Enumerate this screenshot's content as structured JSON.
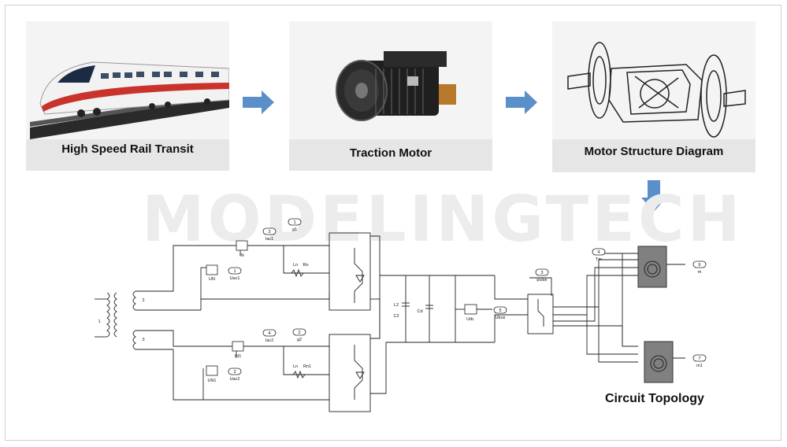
{
  "panels": [
    {
      "caption": "High Speed Rail Transit",
      "icon": "train-image"
    },
    {
      "caption": "Traction Motor",
      "icon": "motor-image"
    },
    {
      "caption": "Motor Structure Diagram",
      "icon": "motor-structure-image"
    }
  ],
  "watermark": "MODELINGTECH",
  "topology_caption": "Circuit Topology",
  "circuit": {
    "ports": {
      "g1": {
        "num": "1",
        "label": "g1"
      },
      "g2": {
        "num": "2",
        "label": "g2"
      },
      "iac1": {
        "num": "3",
        "label": "Iac1"
      },
      "iac2": {
        "num": "4",
        "label": "Iac2"
      },
      "uac1": {
        "num": "1",
        "label": "Uac1"
      },
      "uac2": {
        "num": "2",
        "label": "Uac2"
      },
      "ubus": {
        "num": "5",
        "label": "Ubus"
      },
      "pulse": {
        "num": "3",
        "label": "pulse"
      },
      "tm": {
        "num": "4",
        "label": "Tm"
      },
      "m": {
        "num": "6",
        "label": "m"
      },
      "m1": {
        "num": "7",
        "label": "m1"
      }
    },
    "labels": {
      "in": "IN",
      "in1": "IN1",
      "un": "UN",
      "un1": "UN1",
      "udc": "Udc",
      "ln": "Ln",
      "ro": "Ro",
      "ln2": "Ln",
      "rn1": "Rn1",
      "l2": "L2",
      "c2": "C2",
      "cd": "Cd",
      "t1": "1",
      "t2": "2",
      "t3": "3"
    }
  },
  "colors": {
    "arrow": "#5b8fc9",
    "panel": "#e6e6e6",
    "block": "#808080"
  }
}
